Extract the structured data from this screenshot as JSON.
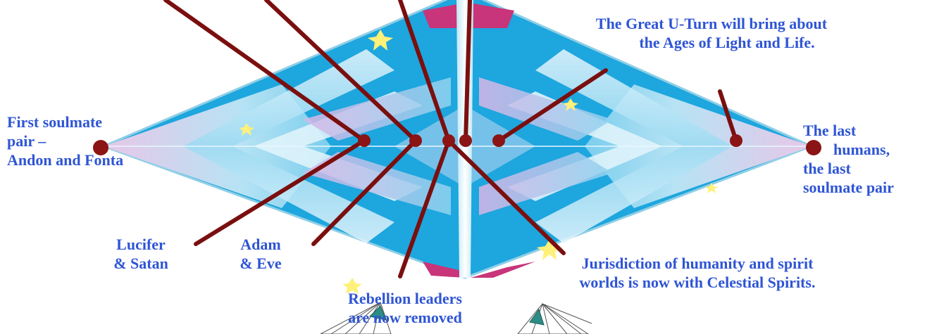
{
  "colors": {
    "label": "#2f55d4",
    "connector": "#7a0f0f",
    "diamond_light": "#cfeef8",
    "diamond_mid": "#7fd0ee",
    "diamond_dark": "#1aa0dc",
    "rim_magenta": "#c8357a",
    "pink_glow": "#e6a8d6",
    "star": "#fff07a"
  },
  "labels": {
    "first_pair": [
      "First soulmate",
      "pair –",
      "Andon and Fonta"
    ],
    "last_pair": [
      "The last",
      "humans,",
      "the last",
      "soulmate pair"
    ],
    "u_turn": [
      "The Great U-Turn will bring about",
      "the Ages of Light and Life."
    ],
    "lucifer": [
      "Lucifer",
      "& Satan"
    ],
    "adam": [
      "Adam",
      "& Eve"
    ],
    "rebellion": [
      "Rebellion leaders",
      "are now removed"
    ],
    "jurisdiction": [
      "Jurisdiction of humanity and spirit",
      "worlds is now with Celestial Spirits."
    ]
  }
}
